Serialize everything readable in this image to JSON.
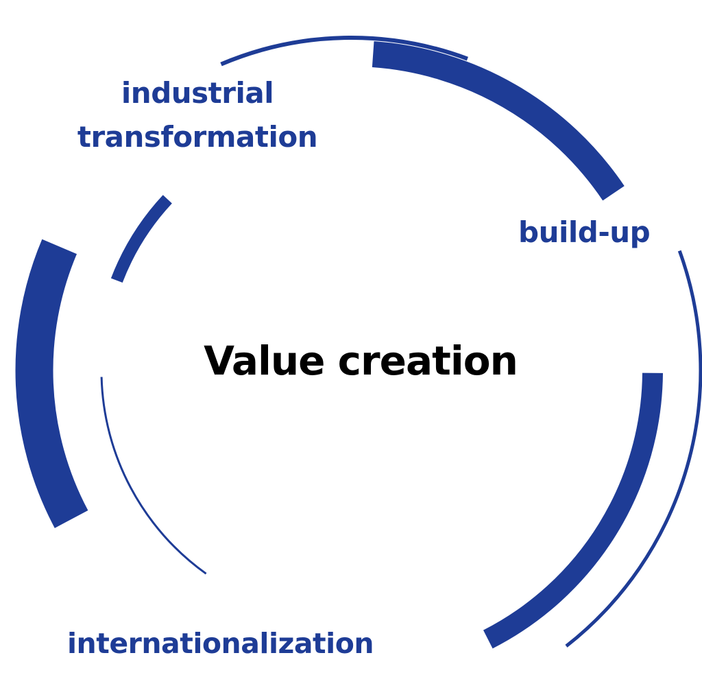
{
  "diagram": {
    "center_title": "Value creation",
    "labels": {
      "industrial_line1": "industrial",
      "industrial_line2": "transformation",
      "buildup": "build-up",
      "internationalization": "internationalization"
    },
    "colors": {
      "accent": "#1e3c96",
      "title": "#000000",
      "background": "#ffffff"
    }
  }
}
